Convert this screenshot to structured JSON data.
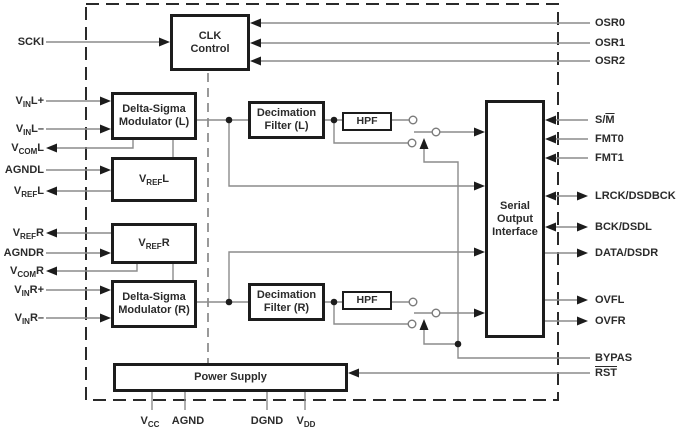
{
  "blocks": {
    "clk": {
      "l1": "CLK",
      "l2": "Control"
    },
    "dsm_l": {
      "l1": "Delta-Sigma",
      "l2": "Modulator (L)"
    },
    "vref_l": {
      "t1": "V",
      "sub": "REF",
      "t2": "L"
    },
    "vref_r": {
      "t1": "V",
      "sub": "REF",
      "t2": "R"
    },
    "dsm_r": {
      "l1": "Delta-Sigma",
      "l2": "Modulator (R)"
    },
    "decim_l": {
      "l1": "Decimation",
      "l2": "Filter (L)"
    },
    "decim_r": {
      "l1": "Decimation",
      "l2": "Filter (R)"
    },
    "hpf_l": {
      "t1": "HPF"
    },
    "hpf_r": {
      "t1": "HPF"
    },
    "serial": {
      "l1": "Serial",
      "l2": "Output",
      "l3": "Interface"
    },
    "power": {
      "t1": "Power Supply"
    }
  },
  "pins": {
    "left": [
      {
        "t1": "SCKI"
      },
      {
        "t1": "V",
        "sub": "IN",
        "t2": "L+"
      },
      {
        "t1": "V",
        "sub": "IN",
        "t2": "L–"
      },
      {
        "t1": "V",
        "sub": "COM",
        "t2": "L"
      },
      {
        "t1": "AGNDL"
      },
      {
        "t1": "V",
        "sub": "REF",
        "t2": "L"
      },
      {
        "t1": "V",
        "sub": "REF",
        "t2": "R"
      },
      {
        "t1": "AGNDR"
      },
      {
        "t1": "V",
        "sub": "COM",
        "t2": "R"
      },
      {
        "t1": "V",
        "sub": "IN",
        "t2": "R+"
      },
      {
        "t1": "V",
        "sub": "IN",
        "t2": "R–"
      }
    ],
    "right": [
      {
        "t1": "OSR0"
      },
      {
        "t1": "OSR1"
      },
      {
        "t1": "OSR2"
      },
      {
        "t1": "S/",
        "over": "M"
      },
      {
        "t1": "FMT0"
      },
      {
        "t1": "FMT1"
      },
      {
        "t1": "LRCK/DSDBCK"
      },
      {
        "t1": "BCK/DSDL"
      },
      {
        "t1": "DATA/DSDR"
      },
      {
        "t1": "OVFL"
      },
      {
        "t1": "OVFR"
      },
      {
        "t1": "BYPAS"
      },
      {
        "over": "RST"
      }
    ],
    "bottom": [
      {
        "t1": "V",
        "sub": "CC"
      },
      {
        "t1": "AGND"
      },
      {
        "t1": "DGND"
      },
      {
        "t1": "V",
        "sub": "DD"
      }
    ]
  },
  "colors": {
    "wire": "#8c8c8c",
    "ink": "#1c1c1c",
    "background": "#ffffff"
  }
}
